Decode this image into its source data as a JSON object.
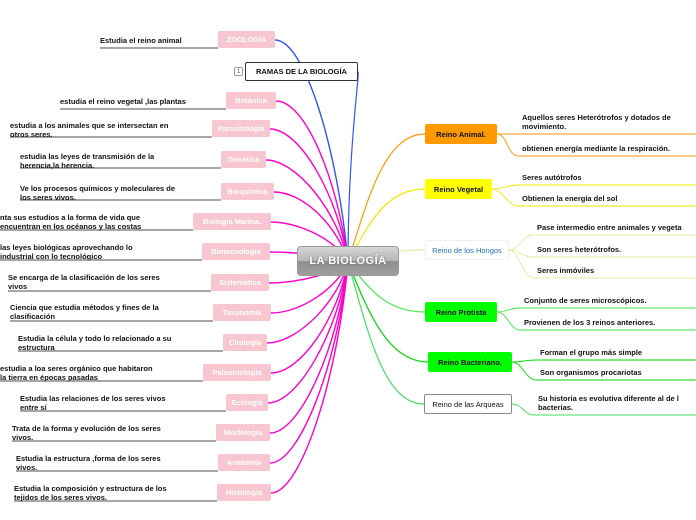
{
  "central": "LA BIOLOGÍA",
  "ramas": {
    "label": "RAMAS DE LA BIOLOGÍA",
    "count": "1"
  },
  "left_branches": [
    {
      "id": "zoologia",
      "label": "ZOOLOGÍA",
      "note": [
        "Estudia el reino animal"
      ]
    },
    {
      "id": "botanica",
      "label": "Botánica",
      "note": [
        "estudia el reino vegetal ,las plantas"
      ]
    },
    {
      "id": "parasitologia",
      "label": "Parasitología",
      "note": [
        "estudia a los animales que se intersectan en",
        "otros seres."
      ]
    },
    {
      "id": "genetica",
      "label": "Genética",
      "note": [
        "estudia las leyes de transmisión de la",
        "herencia,la herencia."
      ]
    },
    {
      "id": "bioquimica",
      "label": "Bioquímica",
      "note": [
        "Ve los procesos químicos y moleculares de",
        "los seres vivos."
      ]
    },
    {
      "id": "biologia-marina",
      "label": "Biología Marina.",
      "note": [
        "nta sus estudios a la forma de vida que",
        " encuentran en los océanos y las costas"
      ]
    },
    {
      "id": "biotecnologia",
      "label": "Biotecnología",
      "note": [
        "las leyes biológicas aprovechando lo",
        "industrial con lo tecnológico"
      ]
    },
    {
      "id": "sistematica",
      "label": "Sistemática",
      "note": [
        "Se encarga de la clasificación de los seres",
        "vivos"
      ]
    },
    {
      "id": "taxonomia",
      "label": "Taxonomía",
      "note": [
        "Ciencia que estudia métodos y fines de la",
        "clasificación"
      ]
    },
    {
      "id": "citologia",
      "label": "Citología",
      "note": [
        "Estudia la célula y todo lo relacionado a su",
        "estructura"
      ]
    },
    {
      "id": "paleontologia",
      "label": "Paleontología",
      "note": [
        "estudia a loa seres orgánico que habitaron",
        "la tierra en épocas pasadas"
      ]
    },
    {
      "id": "ecologia",
      "label": "Ecología",
      "note": [
        "Estudia las relaciones de los seres vivos",
        "entre sí"
      ]
    },
    {
      "id": "morfologia",
      "label": "Morfología",
      "note": [
        "Trata de la forma y evolución de los seres",
        "vivos."
      ]
    },
    {
      "id": "anatomia",
      "label": "Anatomía",
      "note": [
        "Estudia la estructura ,forma de los seres",
        "vivos."
      ]
    },
    {
      "id": "histologia",
      "label": "Histología",
      "note": [
        "Estudia la composición y estructura de los",
        "tejidos de los seres vivos."
      ]
    }
  ],
  "right_branches": [
    {
      "id": "reino-animal",
      "label": "Reino Animal.",
      "style": "orange",
      "color": "#ff9900",
      "notes": [
        [
          "Aquellos seres Heterótrofos y dotados de",
          "movimiento."
        ],
        [
          "obtienen energía mediante la respiración."
        ]
      ]
    },
    {
      "id": "reino-vegetal",
      "label": "Reino Vegetal",
      "style": "yellow",
      "color": "#f2e600",
      "notes": [
        [
          "Seres autótrofos"
        ],
        [
          "Obtienen la energía del sol"
        ]
      ]
    },
    {
      "id": "reino-hongos",
      "label": "Reino de los Hongos",
      "style": "hongos",
      "color": "#d9f0a0",
      "notes": [
        [
          "Pase intermedio entre animales y vegeta"
        ],
        [
          "Son seres heterótrofos."
        ],
        [
          "Seres inmóviles"
        ]
      ]
    },
    {
      "id": "reino-protista",
      "label": "Reino Protista",
      "style": "green",
      "color": "#3ee83e",
      "notes": [
        [
          "Conjunto de seres microscópicos."
        ],
        [
          "Provienen de los 3 reinos anteriores."
        ]
      ]
    },
    {
      "id": "reino-bacteriano",
      "label": "Reino Bacteriano.",
      "style": "green",
      "color": "#00d800",
      "notes": [
        [
          "Forman el grupo más simple"
        ],
        [
          "Son organismos procariotas"
        ]
      ]
    },
    {
      "id": "reino-arqueas",
      "label": "Reino de las Arqueas",
      "style": "arqueas",
      "color": "#44dd66",
      "notes": [
        [
          "Su historia es evolutiva diferente al de l",
          "bacterias."
        ]
      ]
    }
  ],
  "colors": {
    "left_lines": "#ff00cc",
    "zoologia_line": "#3355ee",
    "ramas_line": "#3355ee",
    "pink_node": "#f7c6d0"
  }
}
